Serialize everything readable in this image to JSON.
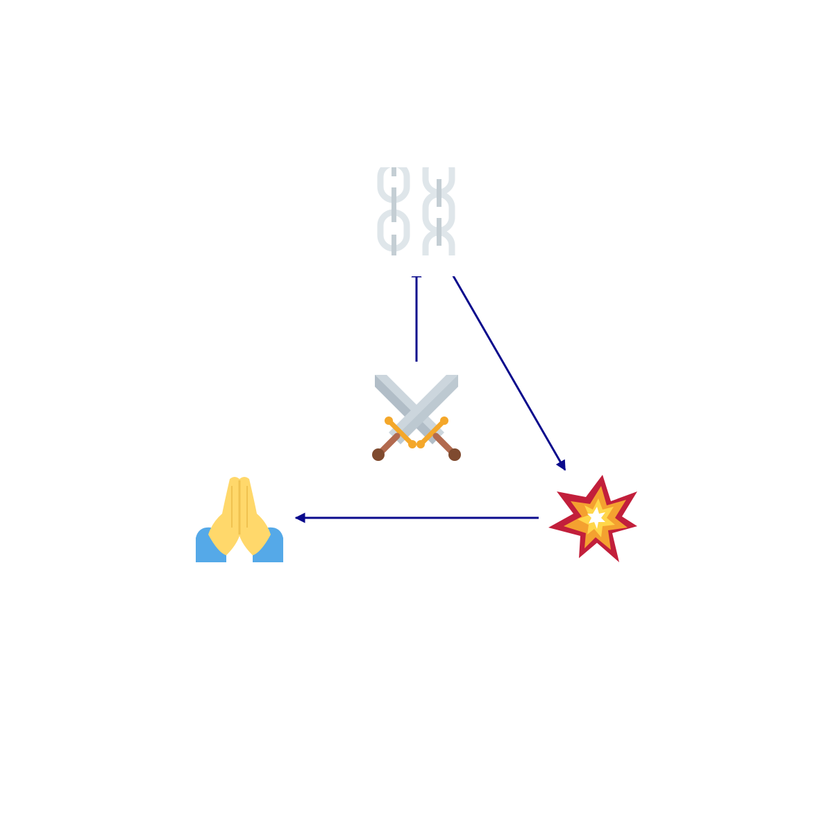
{
  "diagram": {
    "nodes": [
      {
        "id": "crossed-swords",
        "icon": "crossed-swords-icon"
      },
      {
        "id": "chains",
        "icon": "chains-icon"
      },
      {
        "id": "collision",
        "icon": "collision-icon"
      },
      {
        "id": "folded-hands",
        "icon": "folded-hands-icon"
      }
    ],
    "edges": [
      {
        "from": "crossed-swords",
        "to": "chains"
      },
      {
        "from": "chains",
        "to": "collision"
      },
      {
        "from": "collision",
        "to": "folded-hands"
      }
    ],
    "colors": {
      "arrow": "#0a0a8c",
      "chain_light": "#dfe6ea",
      "chain_dark": "#c4ced4",
      "blade_light": "#ccd6dd",
      "blade_dark": "#9aaab4",
      "hilt": "#f4a72a",
      "grip": "#b26a4f",
      "pommel": "#7f4a2f",
      "burst_red": "#c21f3b",
      "burst_orange": "#f4a130",
      "burst_yellow": "#ffd64a",
      "hands_yellow": "#ffd86b",
      "hands_line": "#f0c24f",
      "sleeve_blue": "#55a9e8"
    }
  }
}
